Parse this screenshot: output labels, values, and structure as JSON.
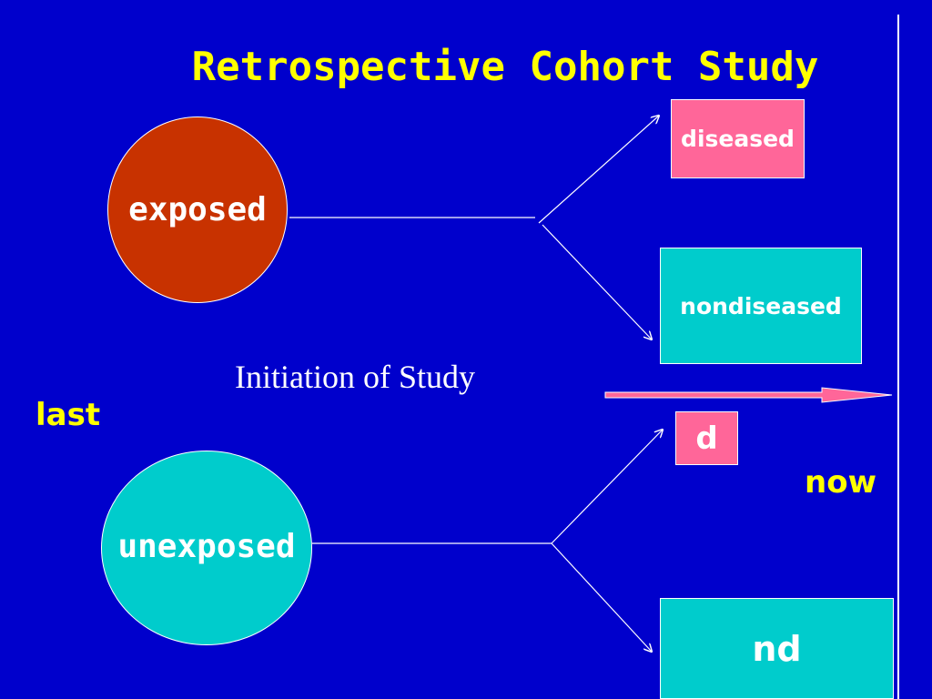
{
  "title": "Retrospective Cohort Study",
  "exposed_group": {
    "label": "exposed",
    "color": "#c83200"
  },
  "unexposed_group": {
    "label": "unexposed",
    "color": "#00cccc"
  },
  "outcomes": {
    "exposed_diseased": "diseased",
    "exposed_nondiseased": "nondiseased",
    "unexposed_diseased": "d",
    "unexposed_nondiseased": "nd"
  },
  "timeline": {
    "initiation": "Initiation of Study",
    "past": "last",
    "present": "now"
  },
  "colors": {
    "background": "#0000cc",
    "title": "#ffff00",
    "diseased_box": "#ff6699",
    "nondiseased_box": "#00cccc",
    "arrow": "#ff6699"
  }
}
